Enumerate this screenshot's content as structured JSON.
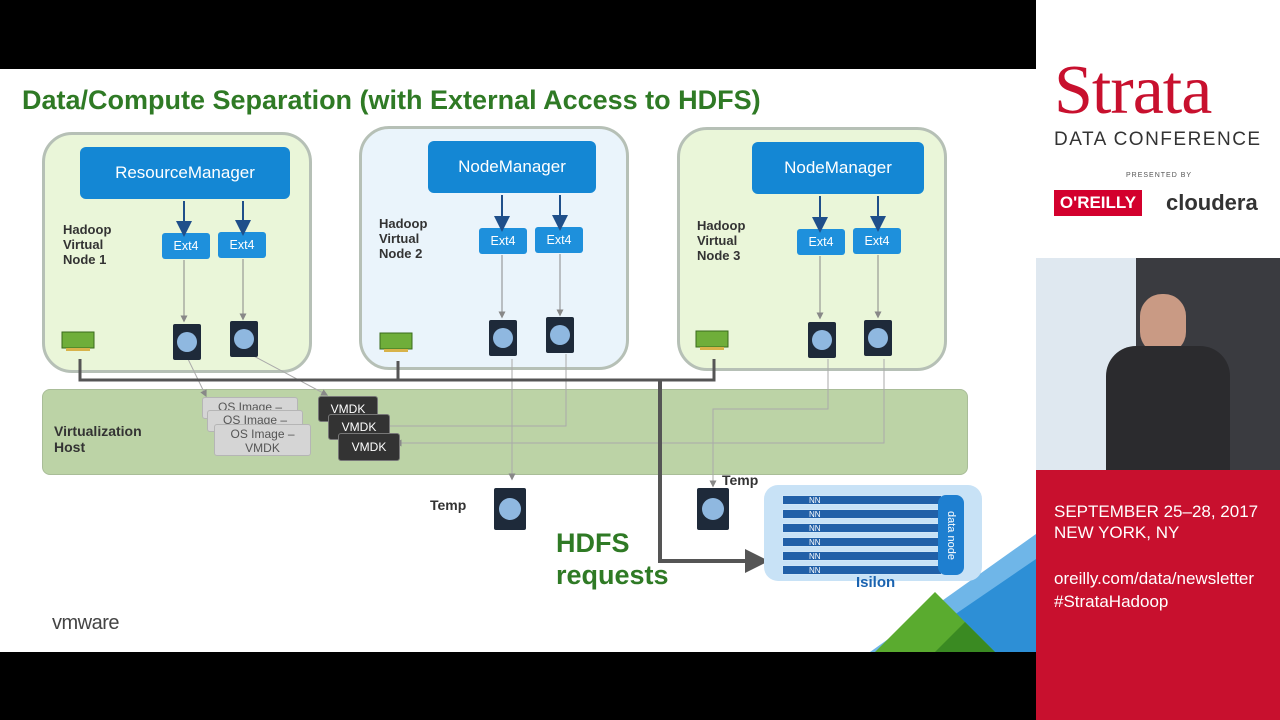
{
  "slide": {
    "title": "Data/Compute Separation (with External Access to HDFS)",
    "nodes": [
      {
        "manager": "ResourceManager",
        "label": "Hadoop\nVirtual\nNode 1",
        "ext": [
          "Ext4",
          "Ext4"
        ]
      },
      {
        "manager": "NodeManager",
        "label": "Hadoop\nVirtual\nNode 2",
        "ext": [
          "Ext4",
          "Ext4"
        ]
      },
      {
        "manager": "NodeManager",
        "label": "Hadoop\nVirtual\nNode 3",
        "ext": [
          "Ext4",
          "Ext4"
        ]
      }
    ],
    "virtualization_host": "Virtualization\nHost",
    "os_images": [
      "OS Image –",
      "OS Image –",
      "OS Image –\nVMDK"
    ],
    "vmdks": [
      "VMDK",
      "VMDK",
      "VMDK"
    ],
    "temp_labels": [
      "Temp",
      "Temp"
    ],
    "hdfs_requests": "HDFS\nrequests",
    "isilon": {
      "label": "Isilon",
      "data_node": "data node",
      "nn_rows": [
        "NN",
        "NN",
        "NN",
        "NN",
        "NN",
        "NN"
      ]
    },
    "vendor_logo": "vmware"
  },
  "panel": {
    "logo": "Strata",
    "logo_sub": "DATA CONFERENCE",
    "presented_by": "PRESENTED BY",
    "sponsor1": "O'REILLY",
    "sponsor2": "cloudera",
    "dates": "SEPTEMBER 25–28, 2017",
    "location": "NEW YORK, NY",
    "url": "oreilly.com/data/newsletter",
    "hashtag": "#StrataHadoop"
  },
  "colors": {
    "title_green": "#2f7a25",
    "manager_blue": "#1487d4",
    "strata_red": "#c8102e"
  }
}
